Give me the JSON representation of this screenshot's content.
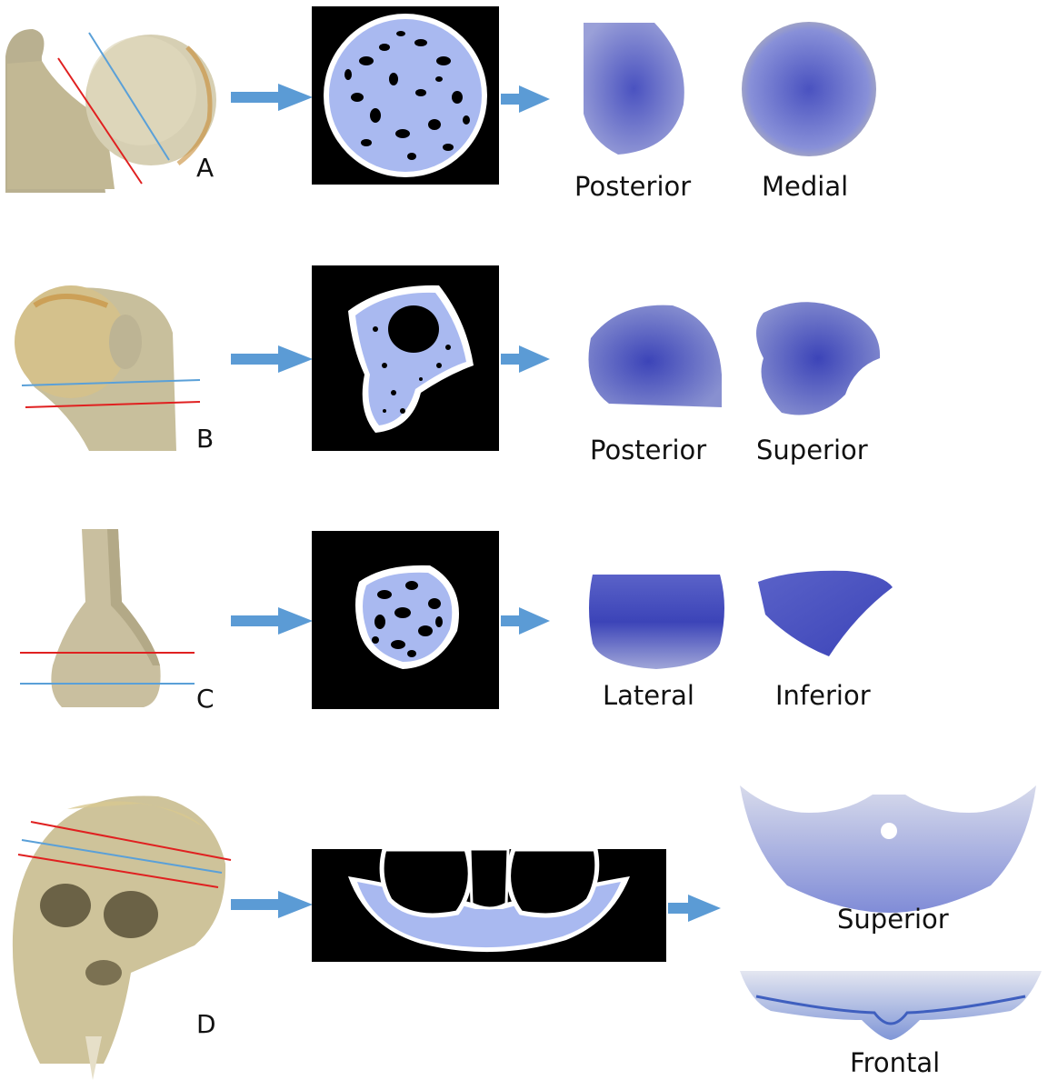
{
  "colors": {
    "arrow": "#5b9bd5",
    "red_line": "#e02020",
    "blue_line": "#5aa0d8",
    "bone": "#cfc6a4",
    "bone_dark": "#a89d78",
    "bone_head": "#d8c890",
    "trabecular": "#a9b9f0",
    "volume_blue": "#5560c8"
  },
  "rows": [
    {
      "letter": "A",
      "views": [
        "Posterior",
        "Medial"
      ]
    },
    {
      "letter": "B",
      "views": [
        "Posterior",
        "Superior"
      ]
    },
    {
      "letter": "C",
      "views": [
        "Lateral",
        "Inferior"
      ]
    },
    {
      "letter": "D",
      "views": [
        "Superior",
        "Frontal"
      ]
    }
  ]
}
